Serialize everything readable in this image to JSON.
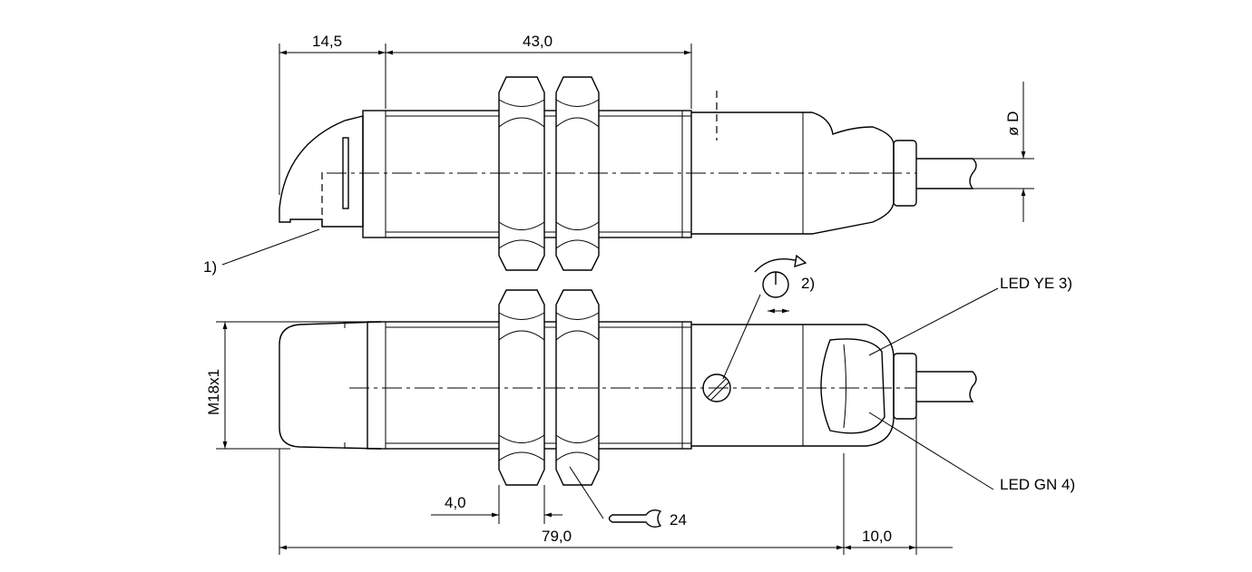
{
  "dimensions": {
    "cap_length": "14,5",
    "thread_length": "43,0",
    "cable_diameter": "ø D",
    "thread_size": "M18x1",
    "nut_thickness": "4,0",
    "total_length": "79,0",
    "led_length": "10,0",
    "wrench_size": "24"
  },
  "callouts": {
    "note1": "1)",
    "note2": "2)",
    "led_yellow": "LED YE 3)",
    "led_green": "LED GN 4)"
  }
}
